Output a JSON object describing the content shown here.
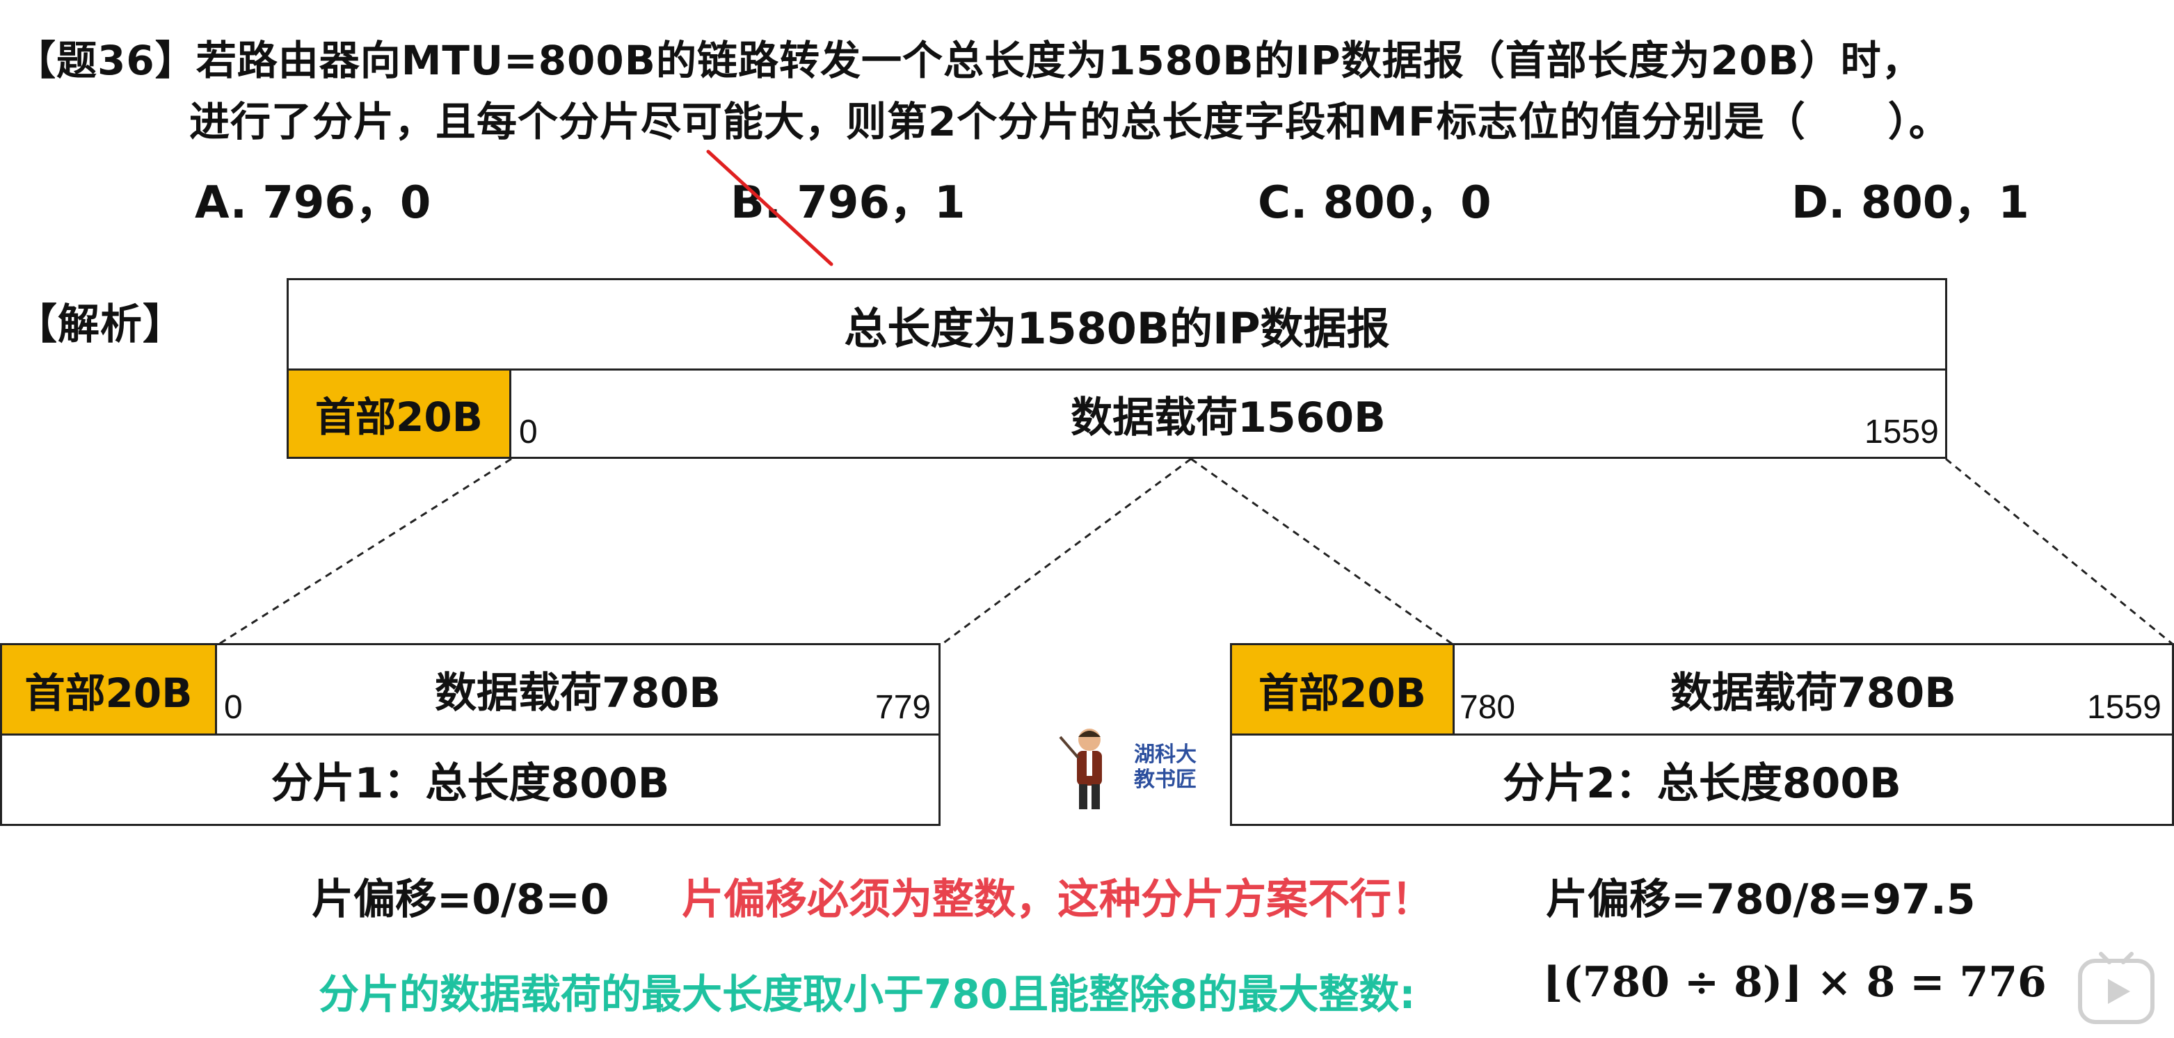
{
  "question": {
    "number_label": "【题36】",
    "line1": "若路由器向MTU=800B的链路转发一个总长度为1580B的IP数据报（首部长度为20B）时，",
    "line2": "进行了分片，且每个分片尽可能大，则第2个分片的总长度字段和MF标志位的值分别是（　　）。",
    "options": [
      "A. 796，0",
      "B. 796，1",
      "C. 800，0",
      "D. 800，1"
    ]
  },
  "analysis_label": "【解析】",
  "original": {
    "title": "总长度为1580B的IP数据报",
    "header": "首部20B",
    "payload": "数据载荷1560B",
    "start": "0",
    "end": "1559"
  },
  "fragment1": {
    "header": "首部20B",
    "payload": "数据载荷780B",
    "start": "0",
    "end": "779",
    "total": "分片1：总长度800B"
  },
  "fragment2": {
    "header": "首部20B",
    "payload": "数据载荷780B",
    "start": "780",
    "end": "1559",
    "total": "分片2：总长度800B"
  },
  "notes": {
    "offset1": "片偏移=0/8=0",
    "warning": "片偏移必须为整数，这种分片方案不行！",
    "offset2": "片偏移=780/8=97.5",
    "conclusion": "分片的数据载荷的最大长度取小于780且能整除8的最大整数:",
    "formula": "⌊(780 ÷ 8)⌋ × 8 = 776"
  },
  "watermark": "湖科大教书匠",
  "colors": {
    "header_fill": "#f6b800",
    "warning": "#e8434d",
    "conclusion": "#1fc2a0",
    "pen_mark": "#e02020"
  }
}
